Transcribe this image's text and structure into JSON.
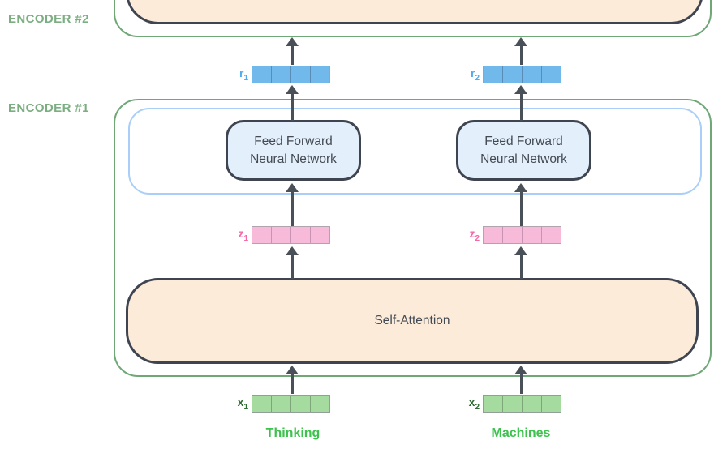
{
  "encoders": {
    "encoder2": {
      "label": "ENCODER #2"
    },
    "encoder1": {
      "label": "ENCODER #1"
    }
  },
  "blocks": {
    "ffnn1": {
      "line1": "Feed Forward",
      "line2": "Neural Network"
    },
    "ffnn2": {
      "line1": "Feed Forward",
      "line2": "Neural Network"
    },
    "self_attention": {
      "label": "Self-Attention"
    }
  },
  "vectors": {
    "r1": {
      "base": "r",
      "sub": "1",
      "cells": 4
    },
    "r2": {
      "base": "r",
      "sub": "2",
      "cells": 4
    },
    "z1": {
      "base": "z",
      "sub": "1",
      "cells": 4
    },
    "z2": {
      "base": "z",
      "sub": "2",
      "cells": 4
    },
    "x1": {
      "base": "x",
      "sub": "1",
      "cells": 4
    },
    "x2": {
      "base": "x",
      "sub": "2",
      "cells": 4
    }
  },
  "words": {
    "word1": "Thinking",
    "word2": "Machines"
  },
  "colors": {
    "encoder_border": "#6FA876",
    "encoder_label": "#7BAE81",
    "inner_layer_border": "#A9CEF8",
    "block_border": "#3E4450",
    "block_text": "#434A54",
    "ffnn_fill": "#E3EFFB",
    "self_attention_fill": "#FCEBD9",
    "r_cell_fill": "#72B9EB",
    "r_label": "#4FACF0",
    "z_cell_fill": "#F8BAD9",
    "z_label": "#F268A8",
    "x_cell_fill": "#A5DB9F",
    "x_label": "#2F6C33",
    "word_label": "#3DC24E",
    "arrow": "#4A5058"
  }
}
